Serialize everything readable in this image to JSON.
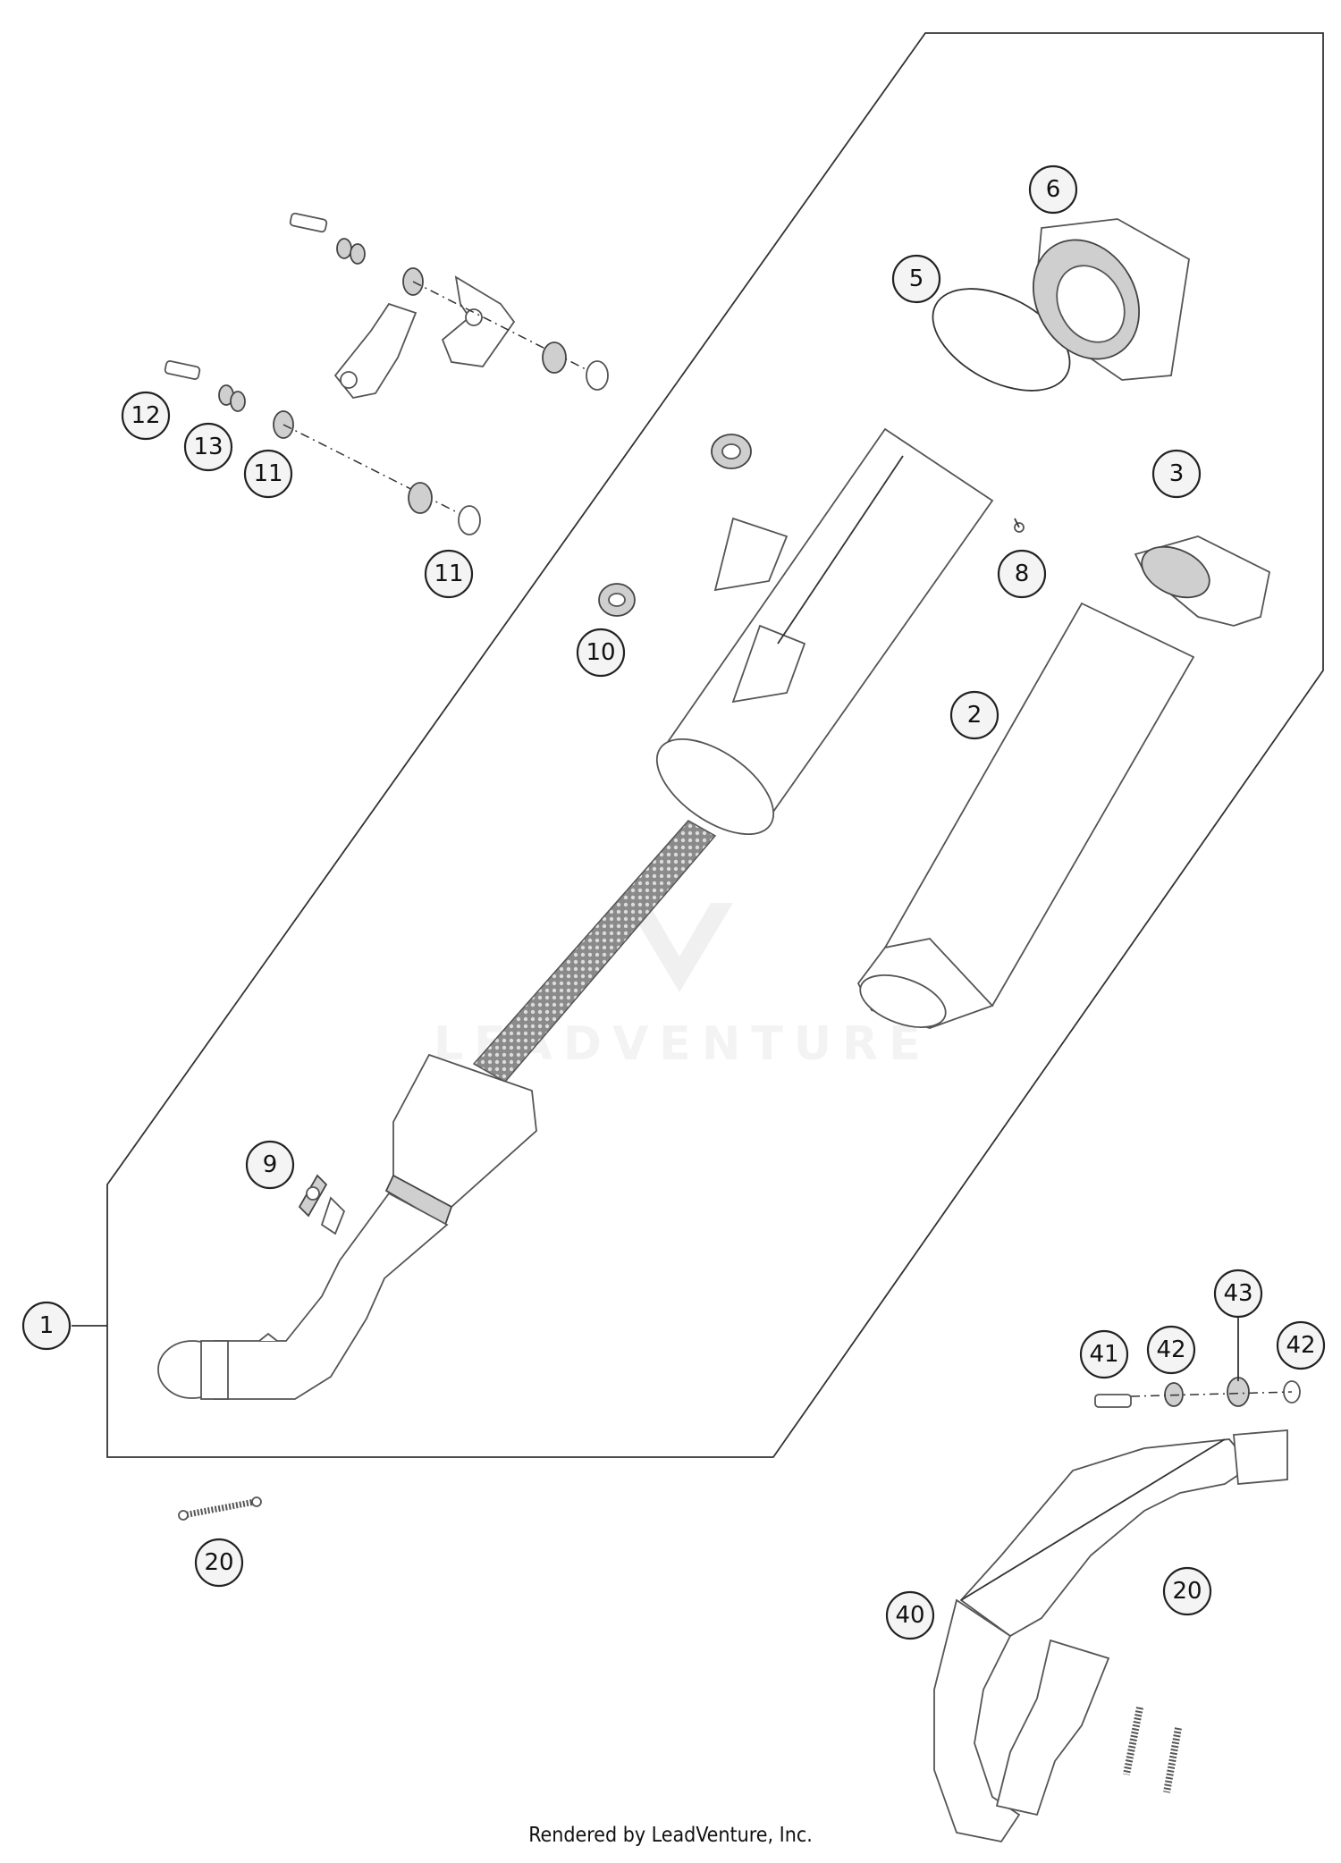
{
  "diagram": {
    "callouts": [
      {
        "label": "1"
      },
      {
        "label": "2"
      },
      {
        "label": "3"
      },
      {
        "label": "5"
      },
      {
        "label": "6"
      },
      {
        "label": "8"
      },
      {
        "label": "9"
      },
      {
        "label": "10"
      },
      {
        "label": "11"
      },
      {
        "label": "11"
      },
      {
        "label": "12"
      },
      {
        "label": "13"
      },
      {
        "label": "20"
      },
      {
        "label": "20"
      },
      {
        "label": "40"
      },
      {
        "label": "41"
      },
      {
        "label": "42"
      },
      {
        "label": "42"
      },
      {
        "label": "43"
      }
    ],
    "watermark": "LEADVENTURE"
  },
  "footer": {
    "text": "Rendered by LeadVenture, Inc."
  }
}
